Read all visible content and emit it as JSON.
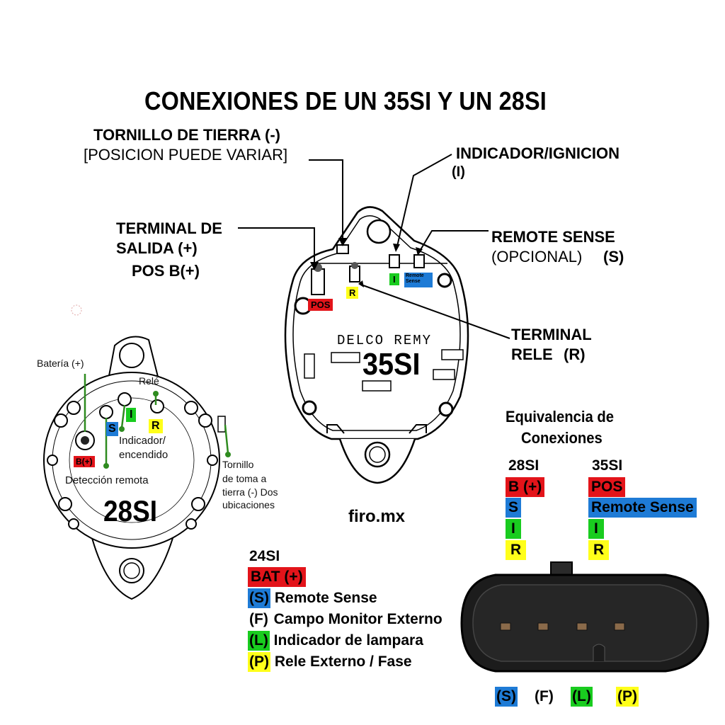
{
  "title": "CONEXIONES DE UN 35SI Y UN 28SI",
  "callouts35": {
    "ground_a": "TORNILLO DE TIERRA (-)",
    "ground_b": "[POSICION PUEDE VARIAR]",
    "indicator_a": "INDICADOR/IGNICION",
    "indicator_b": "(I)",
    "output_a": "TERMINAL DE",
    "output_b": "SALIDA (+)",
    "output_c": "POS B(+)",
    "remote_a": "REMOTE SENSE",
    "remote_b": "(OPCIONAL)",
    "remote_c": "(S)",
    "relay_a": "TERMINAL",
    "relay_b": "RELE",
    "relay_c": "(R)"
  },
  "alt35": {
    "brand": "DELCO REMY",
    "model": "35SI",
    "chip_pos": "POS",
    "chip_r": "R",
    "chip_i": "I",
    "chip_remote_a": "Remote",
    "chip_remote_b": "Sense"
  },
  "alt28": {
    "model": "28SI",
    "battery": "Batería (+)",
    "relay": "Relé",
    "indicator_a": "Indicador/",
    "indicator_b": "encendido",
    "remote": "Detección remota",
    "ground_a": "Tornillo",
    "ground_b": "de toma a",
    "ground_c": "tierra (-) Dos",
    "ground_d": "ubicaciones",
    "chip_b": "B(+)",
    "chip_s": "S",
    "chip_i": "I",
    "chip_r": "R"
  },
  "website": "firo.mx",
  "equivalence": {
    "title_a": "Equivalencia de",
    "title_b": "Conexiones",
    "col_28": "28SI",
    "col_35": "35SI",
    "rows28": [
      "B (+)",
      "S",
      "I",
      "R"
    ],
    "rows35": [
      "POS",
      "Remote Sense",
      "I",
      "R"
    ]
  },
  "list24": {
    "title": "24SI",
    "bat": "BAT (+)",
    "s_code": "(S)",
    "s_text": "Remote Sense",
    "f_code": "(F)",
    "f_text": "Campo Monitor Externo",
    "l_code": "(L)",
    "l_text": "Indicador de lampara",
    "p_code": "(P)",
    "p_text": "Rele Externo / Fase"
  },
  "connector_pins": [
    "(S)",
    "(F)",
    "(L)",
    "(P)"
  ],
  "colors": {
    "red": "#e3141a",
    "blue": "#1e7bd6",
    "green": "#19cc1f",
    "yellow": "#ffff1a",
    "leader_green": "#2e8b1f"
  }
}
